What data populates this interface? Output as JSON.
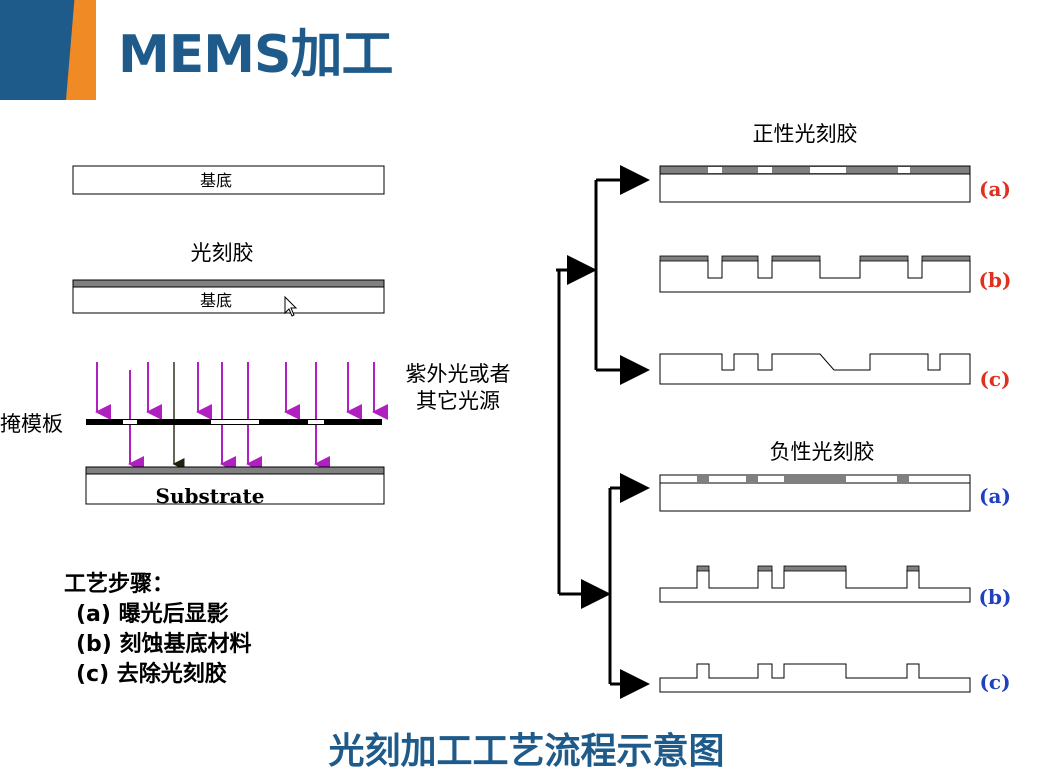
{
  "title": "MEMS加工",
  "left": {
    "substrate_label": "基底",
    "photoresist_label": "光刻胶",
    "substrate_label_2": "基底",
    "mask_label": "掩模板",
    "light_label_line1": "紫外光或者",
    "light_label_line2": "其它光源",
    "substrate_en": "Substrate"
  },
  "steps": {
    "heading": "工艺步骤：",
    "items": [
      "(a) 曝光后显影",
      "(b) 刻蚀基底材料",
      "(c) 去除光刻胶"
    ]
  },
  "right": {
    "positive_title": "正性光刻胶",
    "negative_title": "负性光刻胶",
    "positive_labels": [
      "(a)",
      "(b)",
      "(c)"
    ],
    "negative_labels": [
      "(a)",
      "(b)",
      "(c)"
    ]
  },
  "colors": {
    "title_blue": "#1f5b8a",
    "accent_orange": "#f08a24",
    "arrow_purple": "#b020c0",
    "resist_gray": "#808080",
    "label_red": "#e03020",
    "label_blue": "#2040c0"
  },
  "caption": "光刻加工工艺流程示意图"
}
